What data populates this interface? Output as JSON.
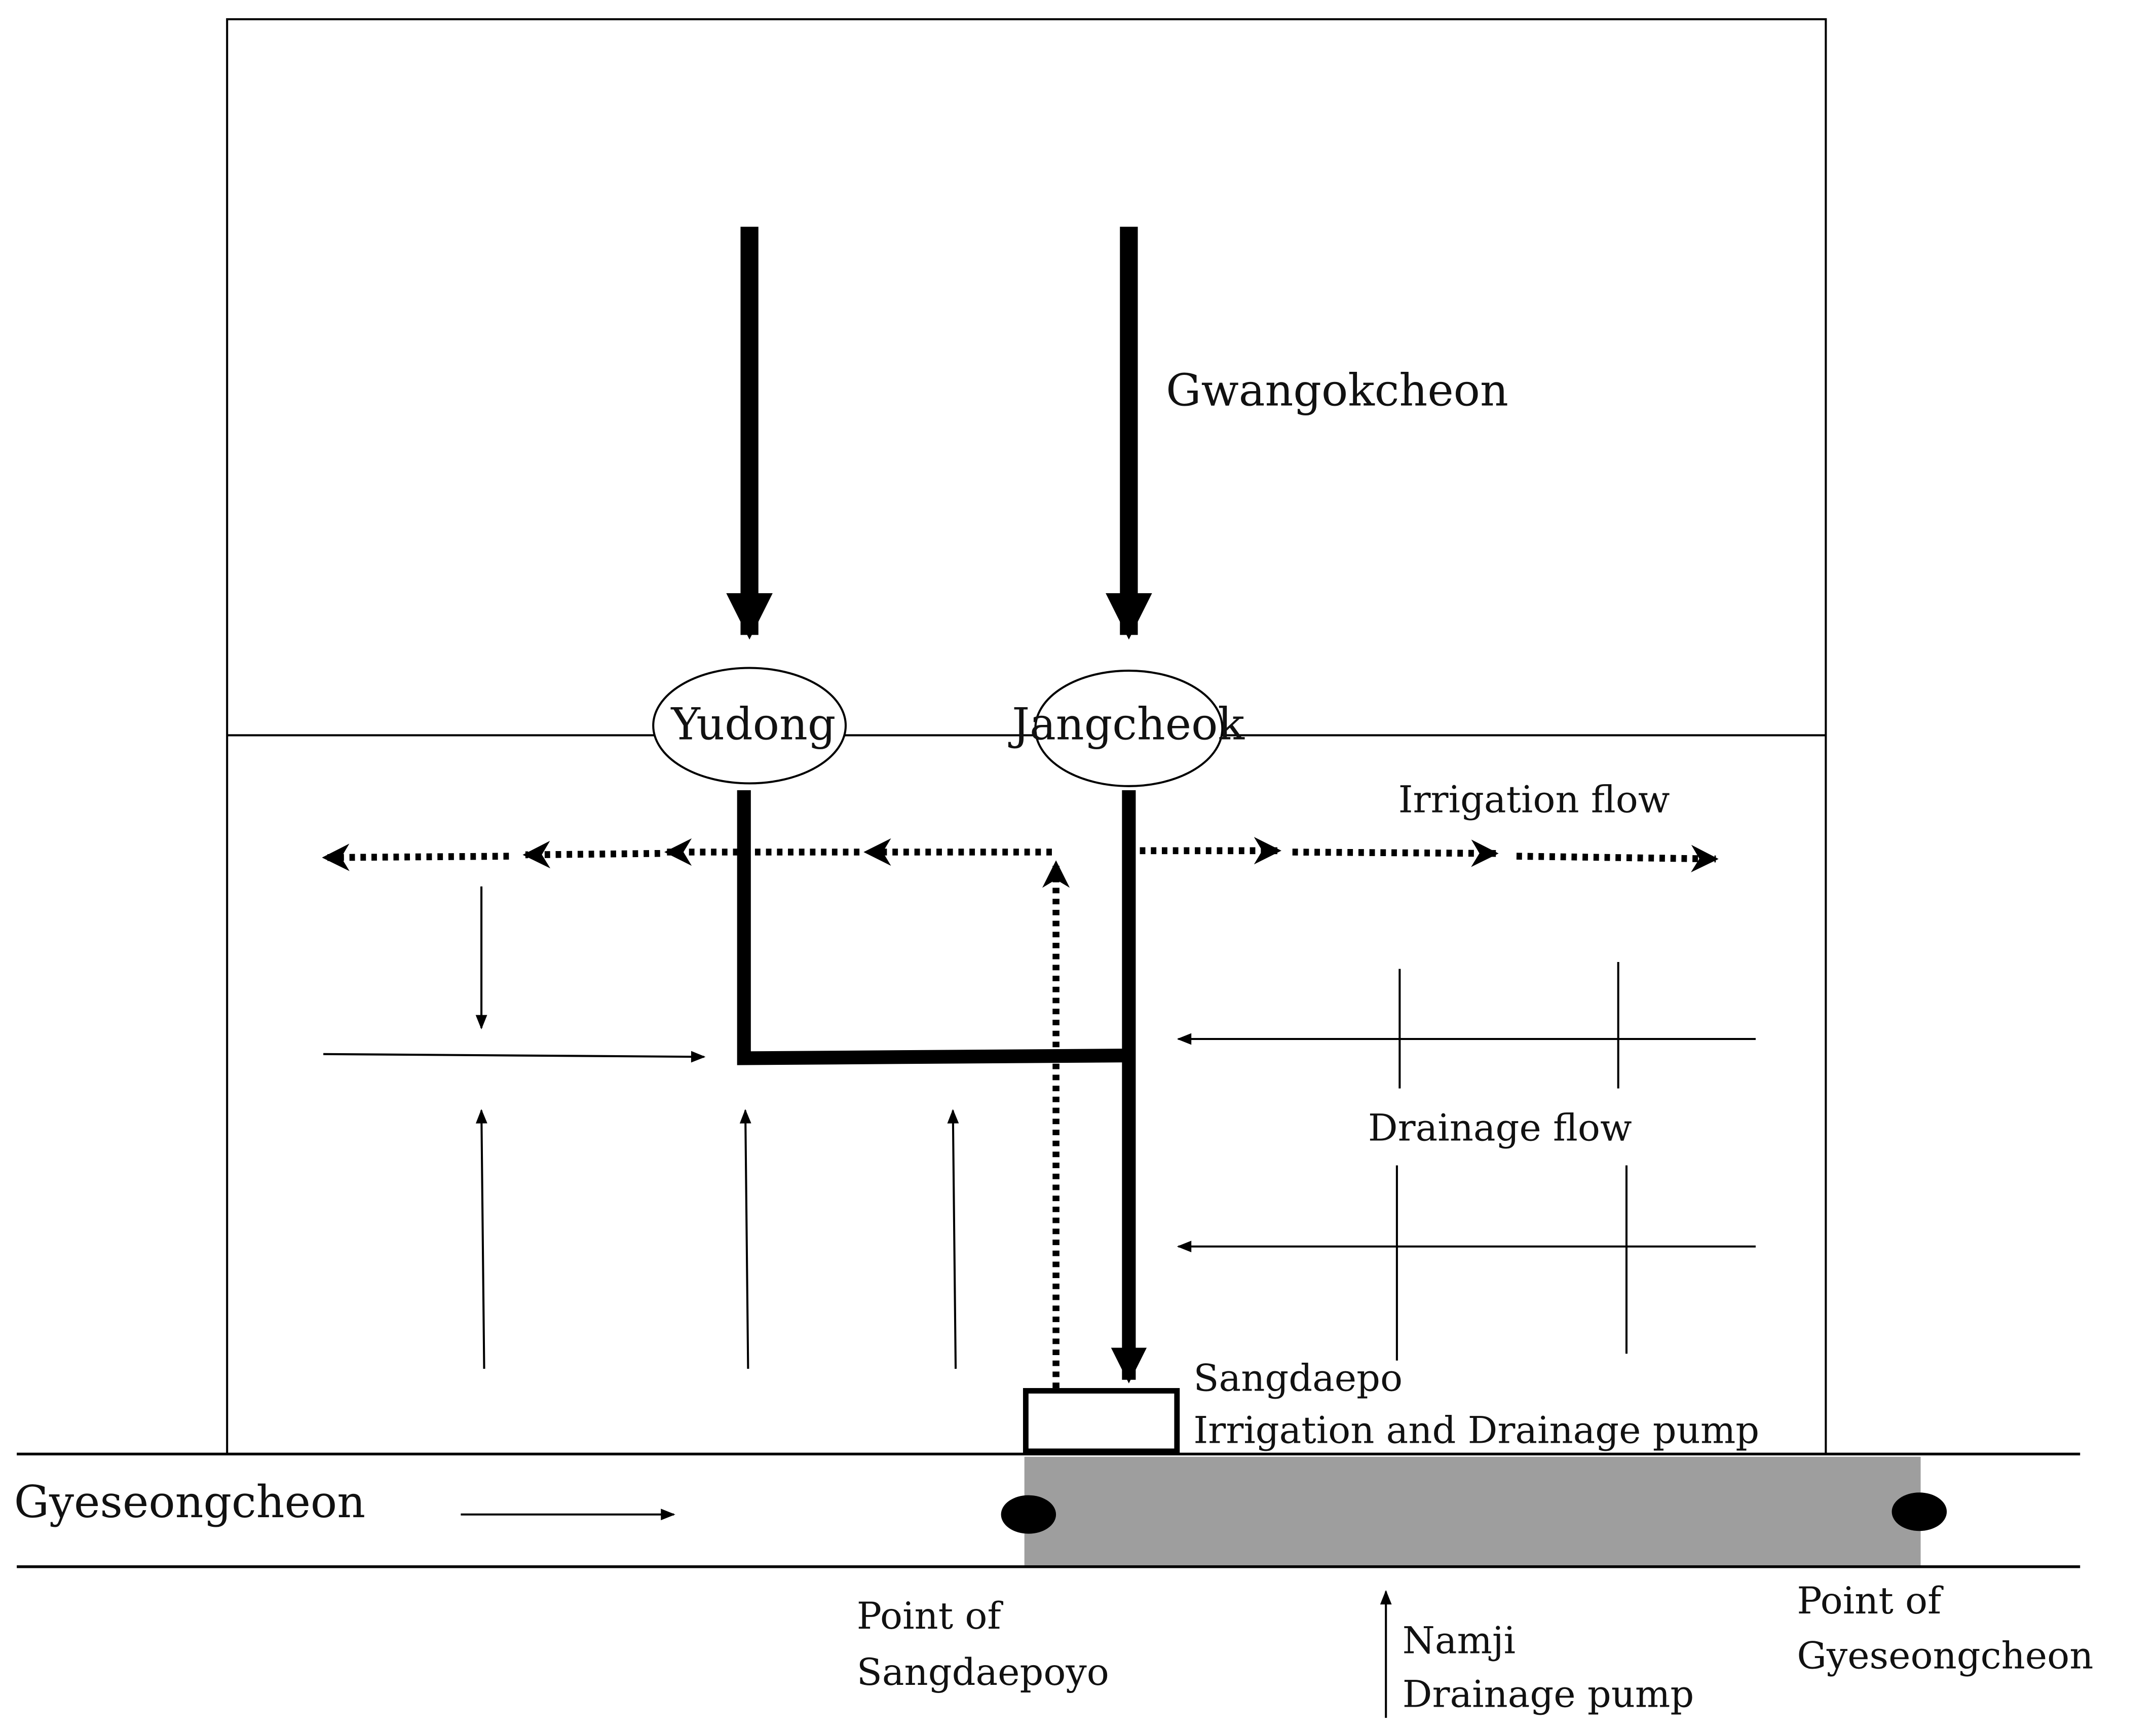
{
  "labels": {
    "gwangokcheon": "Gwangokcheon",
    "yudong": "Yudong",
    "jangcheok": "Jangcheok",
    "irrigation_flow": "Irrigation flow",
    "drainage_flow": "Drainage flow",
    "sangdaepo_line1": "Sangdaepo",
    "sangdaepo_line2": "Irrigation and Drainage pump",
    "gyeseongcheon": "Gyeseongcheon",
    "point_sangdaepoyo_line1": "Point of",
    "point_sangdaepoyo_line2": "Sangdaepoyo",
    "namji_line1": "Namji",
    "namji_line2": "Drainage pump",
    "point_gyeseongcheon_line1": "Point of",
    "point_gyeseongcheon_line2": "Gyeseongcheon"
  },
  "colors": {
    "line": "#000000",
    "river_section": "#9e9e9e"
  }
}
